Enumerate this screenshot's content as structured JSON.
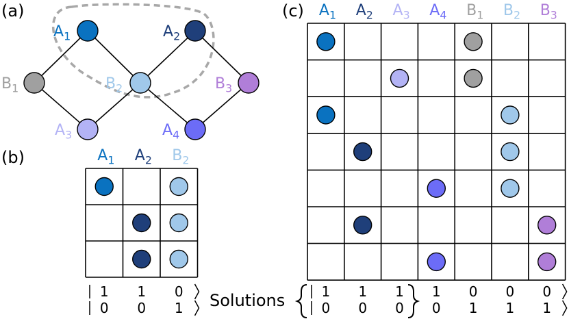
{
  "panels": {
    "a": {
      "label": "(a)"
    },
    "b": {
      "label": "(b)"
    },
    "c": {
      "label": "(c)"
    }
  },
  "colors": {
    "A1": "#0a72c0",
    "A2": "#1f3f7a",
    "A3": "#b3b3f5",
    "A4": "#6c6cf7",
    "B1": "#a0a0a0",
    "B2": "#a0c8ea",
    "B3": "#b07ed8",
    "edge": "#000000",
    "dashed": "#a8a8a8"
  },
  "graph": {
    "nodes": [
      {
        "id": "A1",
        "letter": "A",
        "sub": "1"
      },
      {
        "id": "A2",
        "letter": "A",
        "sub": "2"
      },
      {
        "id": "B1",
        "letter": "B",
        "sub": "1"
      },
      {
        "id": "B2",
        "letter": "B",
        "sub": "2"
      },
      {
        "id": "B3",
        "letter": "B",
        "sub": "3"
      },
      {
        "id": "A3",
        "letter": "A",
        "sub": "3"
      },
      {
        "id": "A4",
        "letter": "A",
        "sub": "4"
      }
    ],
    "edges": [
      [
        "B1",
        "A1"
      ],
      [
        "A1",
        "B2"
      ],
      [
        "B2",
        "A2"
      ],
      [
        "A2",
        "B3"
      ],
      [
        "B1",
        "A3"
      ],
      [
        "A3",
        "B2"
      ],
      [
        "B2",
        "A4"
      ],
      [
        "A4",
        "B3"
      ]
    ]
  },
  "matrix_b": {
    "columns": [
      {
        "id": "A1",
        "letter": "A",
        "sub": "1"
      },
      {
        "id": "A2",
        "letter": "A",
        "sub": "2"
      },
      {
        "id": "B2",
        "letter": "B",
        "sub": "2"
      }
    ],
    "rows": [
      [
        1,
        0,
        1
      ],
      [
        0,
        1,
        1
      ],
      [
        0,
        1,
        1
      ]
    ],
    "solutions": [
      [
        "1",
        "1",
        "0"
      ],
      [
        "0",
        "0",
        "1"
      ]
    ]
  },
  "matrix_c": {
    "columns": [
      {
        "id": "A1",
        "letter": "A",
        "sub": "1"
      },
      {
        "id": "A2",
        "letter": "A",
        "sub": "2"
      },
      {
        "id": "A3",
        "letter": "A",
        "sub": "3"
      },
      {
        "id": "A4",
        "letter": "A",
        "sub": "4"
      },
      {
        "id": "B1",
        "letter": "B",
        "sub": "1"
      },
      {
        "id": "B2",
        "letter": "B",
        "sub": "2"
      },
      {
        "id": "B3",
        "letter": "B",
        "sub": "3"
      }
    ],
    "rows": [
      [
        1,
        0,
        0,
        0,
        1,
        0,
        0
      ],
      [
        0,
        0,
        1,
        0,
        1,
        0,
        0
      ],
      [
        1,
        0,
        0,
        0,
        0,
        1,
        0
      ],
      [
        0,
        1,
        0,
        0,
        0,
        1,
        0
      ],
      [
        0,
        0,
        0,
        1,
        0,
        1,
        0
      ],
      [
        0,
        1,
        0,
        0,
        0,
        0,
        1
      ],
      [
        0,
        0,
        0,
        1,
        0,
        0,
        1
      ]
    ],
    "solutions": [
      [
        "1",
        "1",
        "1",
        "1",
        "0",
        "0",
        "0"
      ],
      [
        "0",
        "0",
        "0",
        "0",
        "1",
        "1",
        "1"
      ]
    ]
  },
  "solutions_label": "Solutions"
}
